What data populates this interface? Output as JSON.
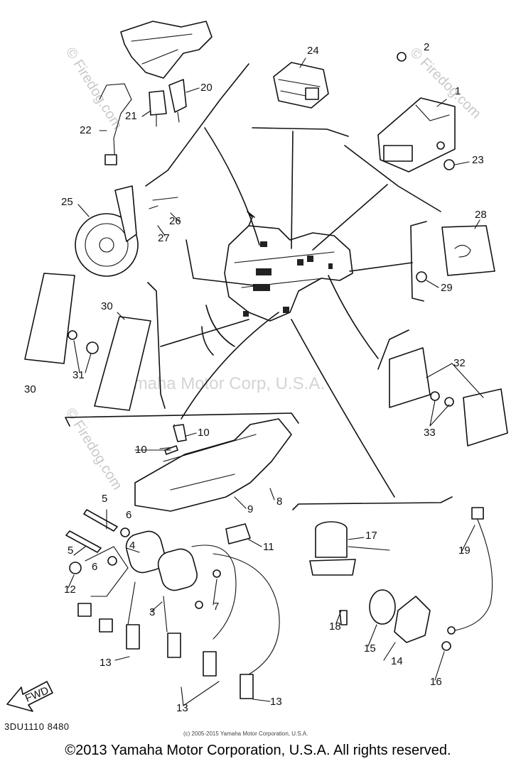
{
  "watermarks": {
    "main": "Yamaha Motor Corp, U.S.A.",
    "firedog": "© Firedog.com"
  },
  "diagram_code": "3DU1110 8480",
  "inner_copyright": "(c) 2005-2015 Yamaha Motor Corporation, U.S.A.",
  "copyright": "©2013 Yamaha Motor Corporation, U.S.A. All rights reserved.",
  "fwd_label": "FWD",
  "callouts": [
    "1",
    "2",
    "3",
    "4",
    "5",
    "5",
    "6",
    "6",
    "7",
    "8",
    "9",
    "10",
    "10",
    "11",
    "12",
    "13",
    "13",
    "13",
    "14",
    "15",
    "16",
    "17",
    "18",
    "19",
    "20",
    "21",
    "22",
    "23",
    "24",
    "25",
    "26",
    "27",
    "28",
    "29",
    "30",
    "30",
    "31",
    "32",
    "33"
  ]
}
